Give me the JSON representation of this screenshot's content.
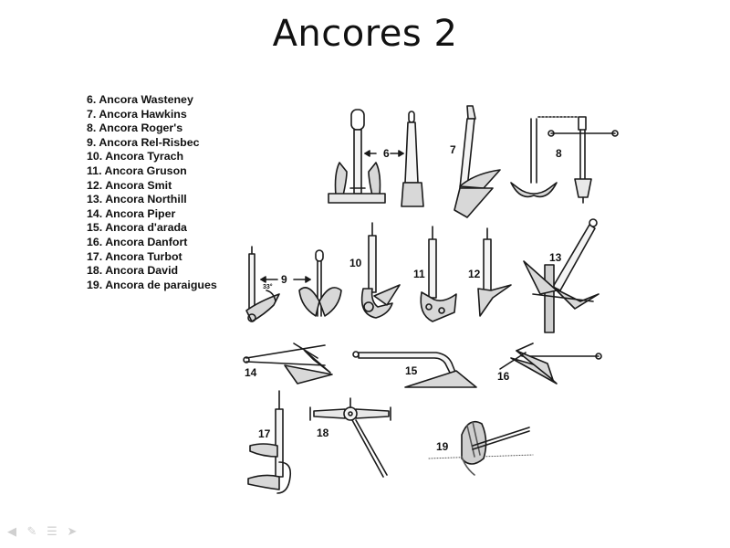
{
  "slide": {
    "title": "Ancores 2"
  },
  "legend": [
    "6. Ancora Wasteney",
    "7. Ancora Hawkins",
    "8. Ancora Roger's",
    "9. Ancora Rel-Risbec",
    "10. Ancora Tyrach",
    "11. Ancora Gruson",
    "12. Ancora Smit",
    "13. Ancora Northill",
    "14. Ancora Piper",
    "15. Ancora d'arada",
    "16. Ancora Danfort",
    "17. Ancora Turbot",
    "18. Ancora David",
    "19. Ancora de paraigues"
  ],
  "figure": {
    "labels": [
      "6",
      "7",
      "8",
      "9",
      "10",
      "11",
      "12",
      "13",
      "14",
      "15",
      "16",
      "17",
      "18",
      "19"
    ],
    "angle_label": "33°"
  },
  "nav_icons": [
    "previous-slide-icon",
    "pen-icon",
    "menu-icon",
    "next-slide-icon"
  ]
}
